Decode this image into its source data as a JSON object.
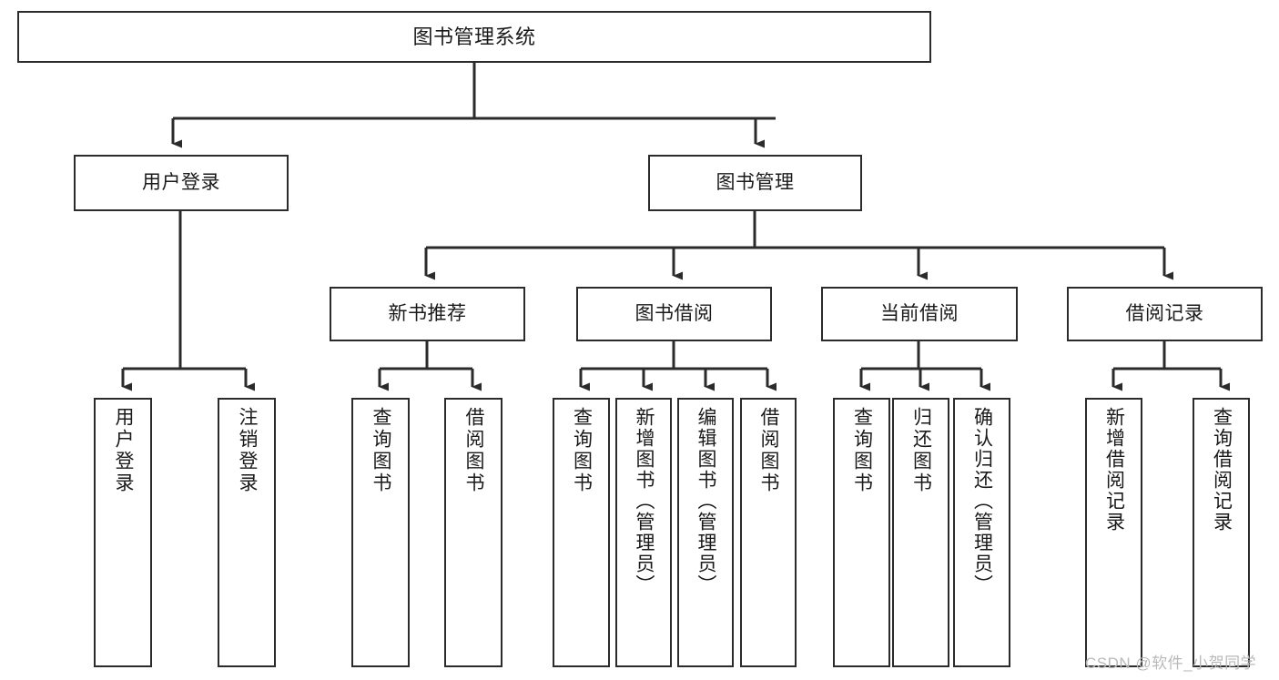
{
  "diagram": {
    "title": "图书管理系统",
    "type": "tree-hierarchy",
    "orientation": "top-down",
    "colors": {
      "box_border": "#2b2b2b",
      "box_fill": "#ffffff",
      "connector": "#2b2b2b",
      "text": "#1a1a1a",
      "watermark": "#b9b9b9",
      "background": "#ffffff"
    },
    "root": {
      "label": "图书管理系统"
    },
    "level1": [
      {
        "label": "用户登录"
      },
      {
        "label": "图书管理"
      }
    ],
    "level2": [
      {
        "label": "新书推荐"
      },
      {
        "label": "图书借阅"
      },
      {
        "label": "当前借阅"
      },
      {
        "label": "借阅记录"
      }
    ],
    "leaves": {
      "user_login": [
        {
          "label": "用户登录"
        },
        {
          "label": "注销登录"
        }
      ],
      "new_book_recommend": [
        {
          "label": "查询图书"
        },
        {
          "label": "借阅图书"
        }
      ],
      "book_borrow": [
        {
          "label": "查询图书"
        },
        {
          "label": "新增图书（管理员）"
        },
        {
          "label": "编辑图书（管理员）"
        },
        {
          "label": "借阅图书"
        }
      ],
      "current_borrow": [
        {
          "label": "查询图书"
        },
        {
          "label": "归还图书"
        },
        {
          "label": "确认归还（管理员）"
        }
      ],
      "borrow_record": [
        {
          "label": "新增借阅记录"
        },
        {
          "label": "查询借阅记录"
        }
      ]
    },
    "watermark": "CSDN @软件_小贺同学"
  }
}
